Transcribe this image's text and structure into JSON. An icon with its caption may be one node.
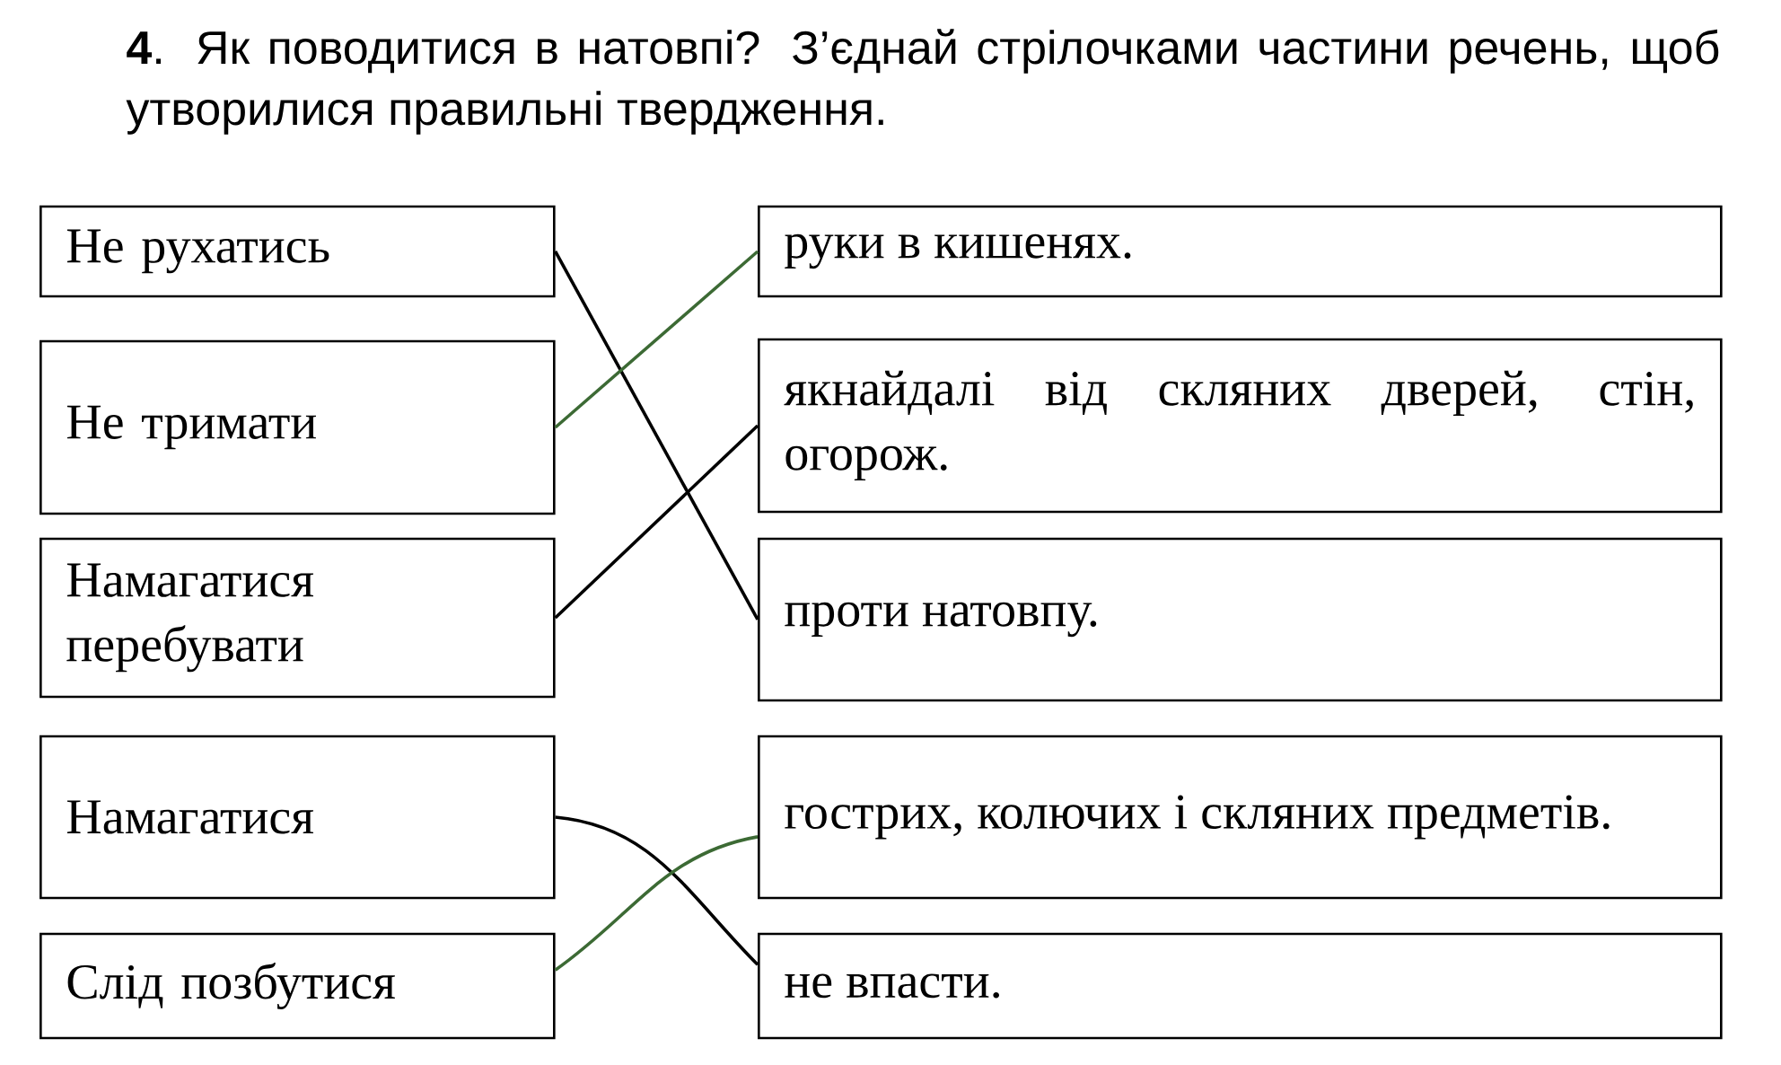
{
  "diagram": {
    "title": "**4**. Як поводитися в натовпі? З’єднай стрілочками частини речень, щоб утворилися правильні твердження.",
    "nodes": [
      {
        "text": [
          "Не рухатись"
        ]
      },
      {
        "text": [
          "Не тримати"
        ]
      },
      {
        "text": [
          "Намагатися перебувати"
        ]
      },
      {
        "text": [
          "Намагатися"
        ]
      },
      {
        "text": [
          "Слід позбутися"
        ]
      },
      {
        "text": [
          "руки в кишенях."
        ]
      },
      {
        "text": [
          "якнайдалі від скляних дверей, стін, огорож."
        ]
      },
      {
        "text": [
          "проти натовпу."
        ]
      },
      {
        "text": [
          "гострих, колючих і скляних предметів."
        ]
      },
      {
        "text": [
          "не впасти."
        ]
      }
    ],
    "edges": [
      {
        "from": 0,
        "to": 7,
        "arrow": "none"
      },
      {
        "from": 1,
        "to": 5,
        "arrow": "none",
        "color": "#3c6a34"
      },
      {
        "from": 2,
        "to": 6,
        "arrow": "none"
      },
      {
        "from": 3,
        "to": 9,
        "arrow": "none"
      },
      {
        "from": 4,
        "to": 8,
        "arrow": "none",
        "color": "#3c6a34"
      }
    ]
  }
}
